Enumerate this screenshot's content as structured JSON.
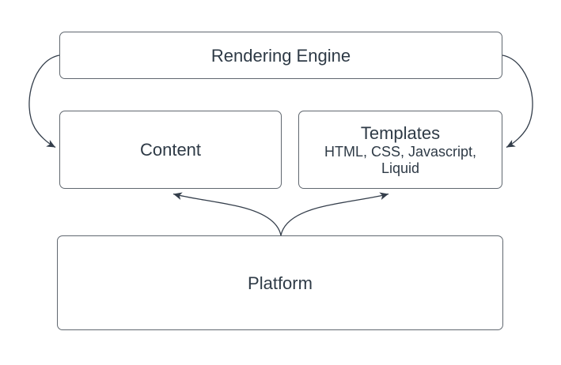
{
  "diagram": {
    "background_color": "#ffffff",
    "box_border_color": "#60676f",
    "arrow_color": "#343e4b",
    "text_color": "#2e3a46",
    "nodes": {
      "rendering_engine": {
        "label": "Rendering Engine"
      },
      "content": {
        "label": "Content"
      },
      "templates": {
        "label": "Templates",
        "sublabel_lines": [
          "HTML, CSS, Javascript,",
          "Liquid"
        ]
      },
      "platform": {
        "label": "Platform"
      }
    },
    "edges": [
      {
        "name": "rendering-engine-to-content",
        "from": "rendering_engine",
        "to": "content"
      },
      {
        "name": "rendering-engine-to-templates",
        "from": "rendering_engine",
        "to": "templates"
      },
      {
        "name": "platform-to-content",
        "from": "platform",
        "to": "content"
      },
      {
        "name": "platform-to-templates",
        "from": "platform",
        "to": "templates"
      }
    ]
  }
}
